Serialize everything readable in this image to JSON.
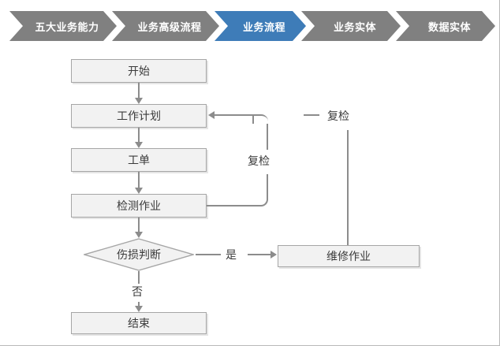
{
  "breadcrumb": {
    "active_color": "#3e7cb8",
    "inactive_color": "#808080",
    "items": [
      {
        "label": "五大业务能力",
        "active": false
      },
      {
        "label": "业务高级流程",
        "active": false
      },
      {
        "label": "业务流程",
        "active": true
      },
      {
        "label": "业务实体",
        "active": false
      },
      {
        "label": "数据实体",
        "active": false
      }
    ]
  },
  "diagram": {
    "node_fill": "#f2f2f2",
    "node_border": "#a6a6a6",
    "connector_color": "#8c8c8c",
    "nodes": [
      {
        "id": "start",
        "label": "开始",
        "shape": "box"
      },
      {
        "id": "work_plan",
        "label": "工作计划",
        "shape": "box"
      },
      {
        "id": "work_order",
        "label": "工单",
        "shape": "box"
      },
      {
        "id": "inspection",
        "label": "检测作业",
        "shape": "box"
      },
      {
        "id": "judgement",
        "label": "伤损判断",
        "shape": "diamond"
      },
      {
        "id": "repair",
        "label": "维修作业",
        "shape": "box"
      },
      {
        "id": "end",
        "label": "结束",
        "shape": "box"
      }
    ],
    "edge_labels": {
      "recheck_inner": "复检",
      "recheck_outer": "复检",
      "yes": "是",
      "no": "否"
    }
  }
}
